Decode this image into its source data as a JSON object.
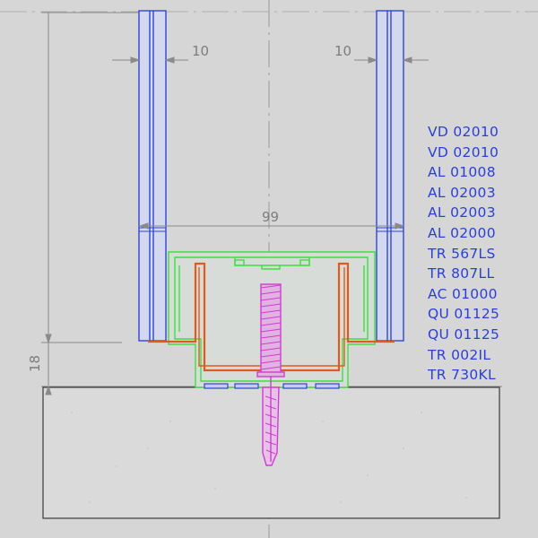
{
  "dimensions": {
    "left_glass_thickness": "10",
    "right_glass_thickness": "10",
    "channel_width": "99",
    "base_height": "18"
  },
  "part_codes": [
    "VD 02010",
    "VD 02010",
    "AL 01008",
    "AL 02003",
    "AL 02003",
    "AL 02000",
    "TR 567LS",
    "TR 807LL",
    "AC 01000",
    "QU 01125",
    "QU 01125",
    "TR 002IL",
    "TR 730KL"
  ],
  "colors": {
    "background": "#d6d6d6",
    "glass": "#2e46d8",
    "profile": "#3de03d",
    "gasket": "#e05a1e",
    "anchor": "#d23cd2",
    "dimension": "#8a8a8a",
    "labels": "#2b3fd8"
  }
}
